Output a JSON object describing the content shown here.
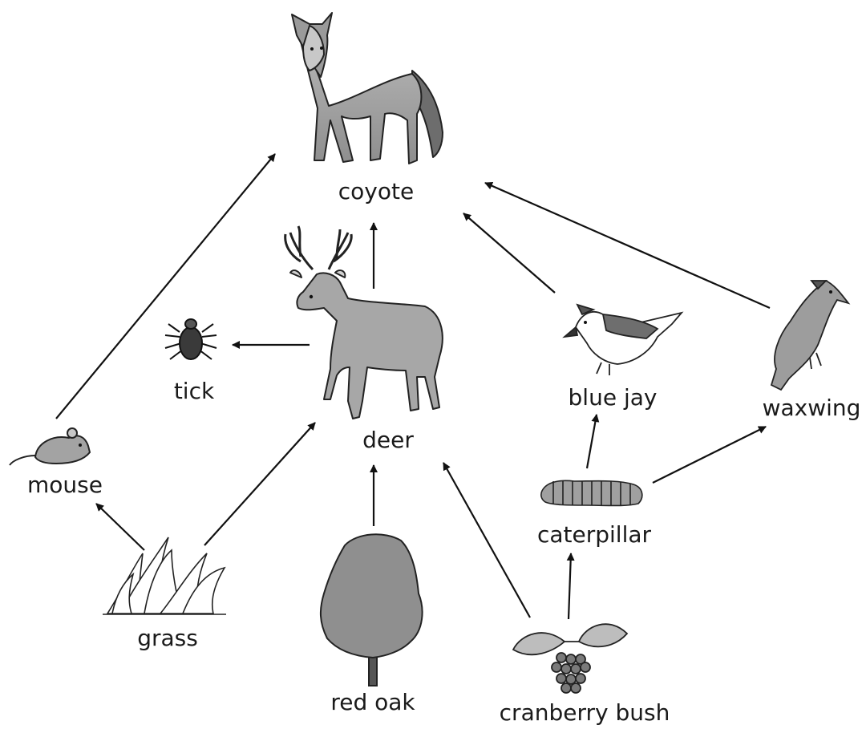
{
  "organisms": {
    "coyote": "coyote",
    "deer": "deer",
    "tick": "tick",
    "mouse": "mouse",
    "grass": "grass",
    "red_oak": "red oak",
    "cranberry_bush": "cranberry bush",
    "caterpillar": "caterpillar",
    "blue_jay": "blue jay",
    "waxwing": "waxwing"
  },
  "links": [
    {
      "from": "mouse",
      "to": "coyote"
    },
    {
      "from": "deer",
      "to": "coyote"
    },
    {
      "from": "blue_jay",
      "to": "coyote"
    },
    {
      "from": "waxwing",
      "to": "coyote"
    },
    {
      "from": "deer",
      "to": "tick"
    },
    {
      "from": "grass",
      "to": "mouse"
    },
    {
      "from": "grass",
      "to": "deer"
    },
    {
      "from": "red_oak",
      "to": "deer"
    },
    {
      "from": "cranberry_bush",
      "to": "deer"
    },
    {
      "from": "cranberry_bush",
      "to": "caterpillar"
    },
    {
      "from": "caterpillar",
      "to": "blue_jay"
    },
    {
      "from": "caterpillar",
      "to": "waxwing"
    }
  ]
}
